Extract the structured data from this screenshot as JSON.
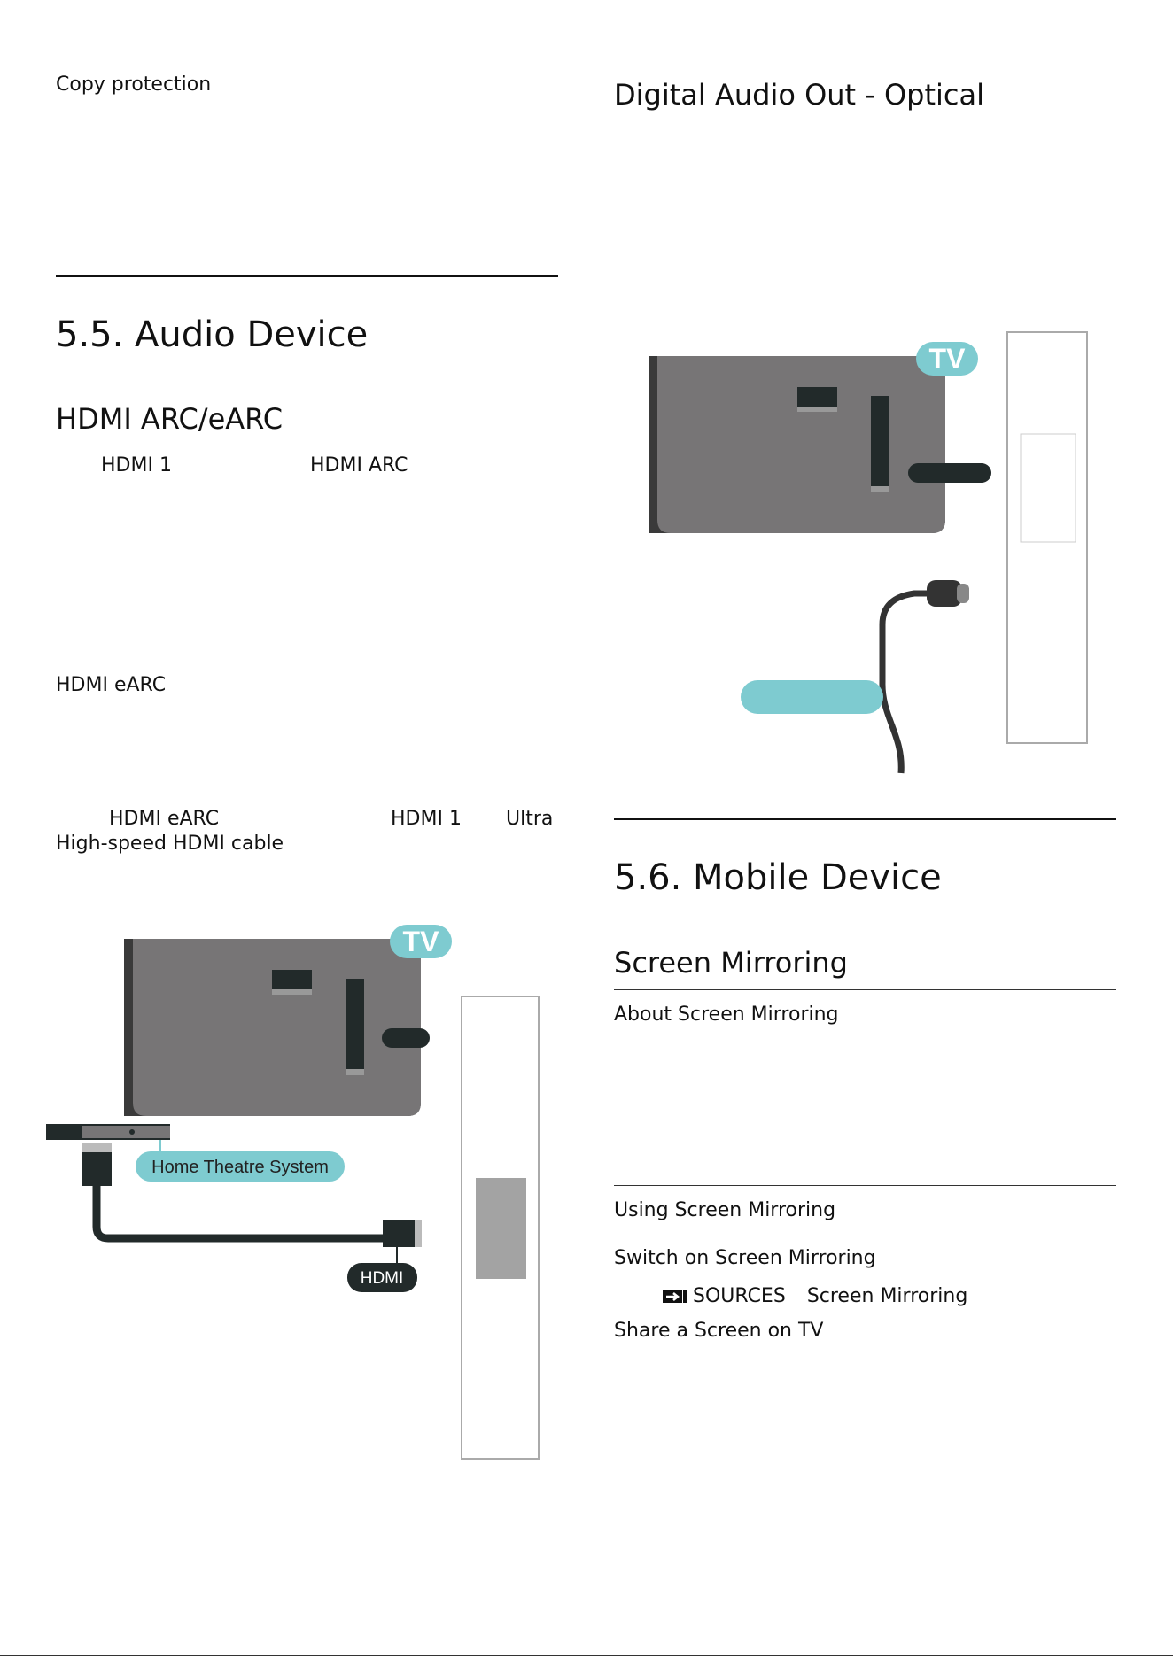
{
  "left": {
    "copy_protection": "Copy protection",
    "section_title": "5.5. Audio Device",
    "hdmi_arc_heading": "HDMI ARC/eARC",
    "arc_hdmi1": "HDMI 1",
    "arc_label": "HDMI ARC",
    "earc_heading": "HDMI eARC",
    "earc_label": "HDMI eARC",
    "earc_hdmi1": "HDMI 1",
    "ultra": "Ultra",
    "cable": "High-speed HDMI cable",
    "diagram": {
      "tv_badge": "TV",
      "device_label": "Home Theatre System",
      "hdmi_badge": "HDMI"
    }
  },
  "right": {
    "optical_heading": "Digital Audio Out - Optical",
    "diagram": {
      "tv_badge": "TV"
    },
    "section_title": "5.6. Mobile Device",
    "mirroring_heading": "Screen Mirroring",
    "about": "About Screen Mirroring",
    "using": "Using Screen Mirroring",
    "switch_on": "Switch on Screen Mirroring",
    "sources_label": "SOURCES",
    "sources_target": "Screen Mirroring",
    "share": "Share a Screen on TV"
  },
  "colors": {
    "tv_gray": "#777576",
    "dark": "#222a2a",
    "teal": "#7ecbd0",
    "panel_gray": "#a3a3a3"
  }
}
